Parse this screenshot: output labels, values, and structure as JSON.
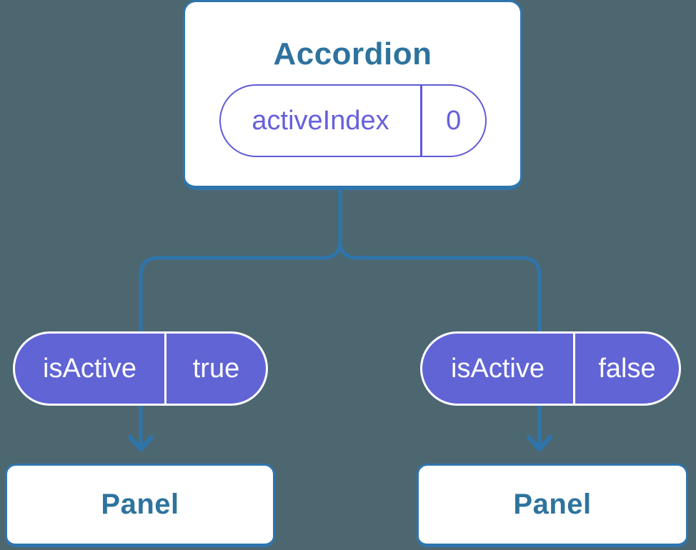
{
  "diagram": {
    "root": {
      "title": "Accordion",
      "state_pill": {
        "label": "activeIndex",
        "value": "0"
      }
    },
    "children": [
      {
        "prop_pill": {
          "label": "isActive",
          "value": "true"
        },
        "title": "Panel"
      },
      {
        "prop_pill": {
          "label": "isActive",
          "value": "false"
        },
        "title": "Panel"
      }
    ]
  },
  "colors": {
    "background": "#4d6771",
    "connector_blue": "#2e75ad",
    "node_text_blue": "#2e739e",
    "node_background": "#ffffff",
    "pill_fill_purple": "#6164d5",
    "pill_outline_purple": "#605ad6",
    "pill_text_purple": "#6660dc",
    "pill_text_white": "#ffffff"
  }
}
